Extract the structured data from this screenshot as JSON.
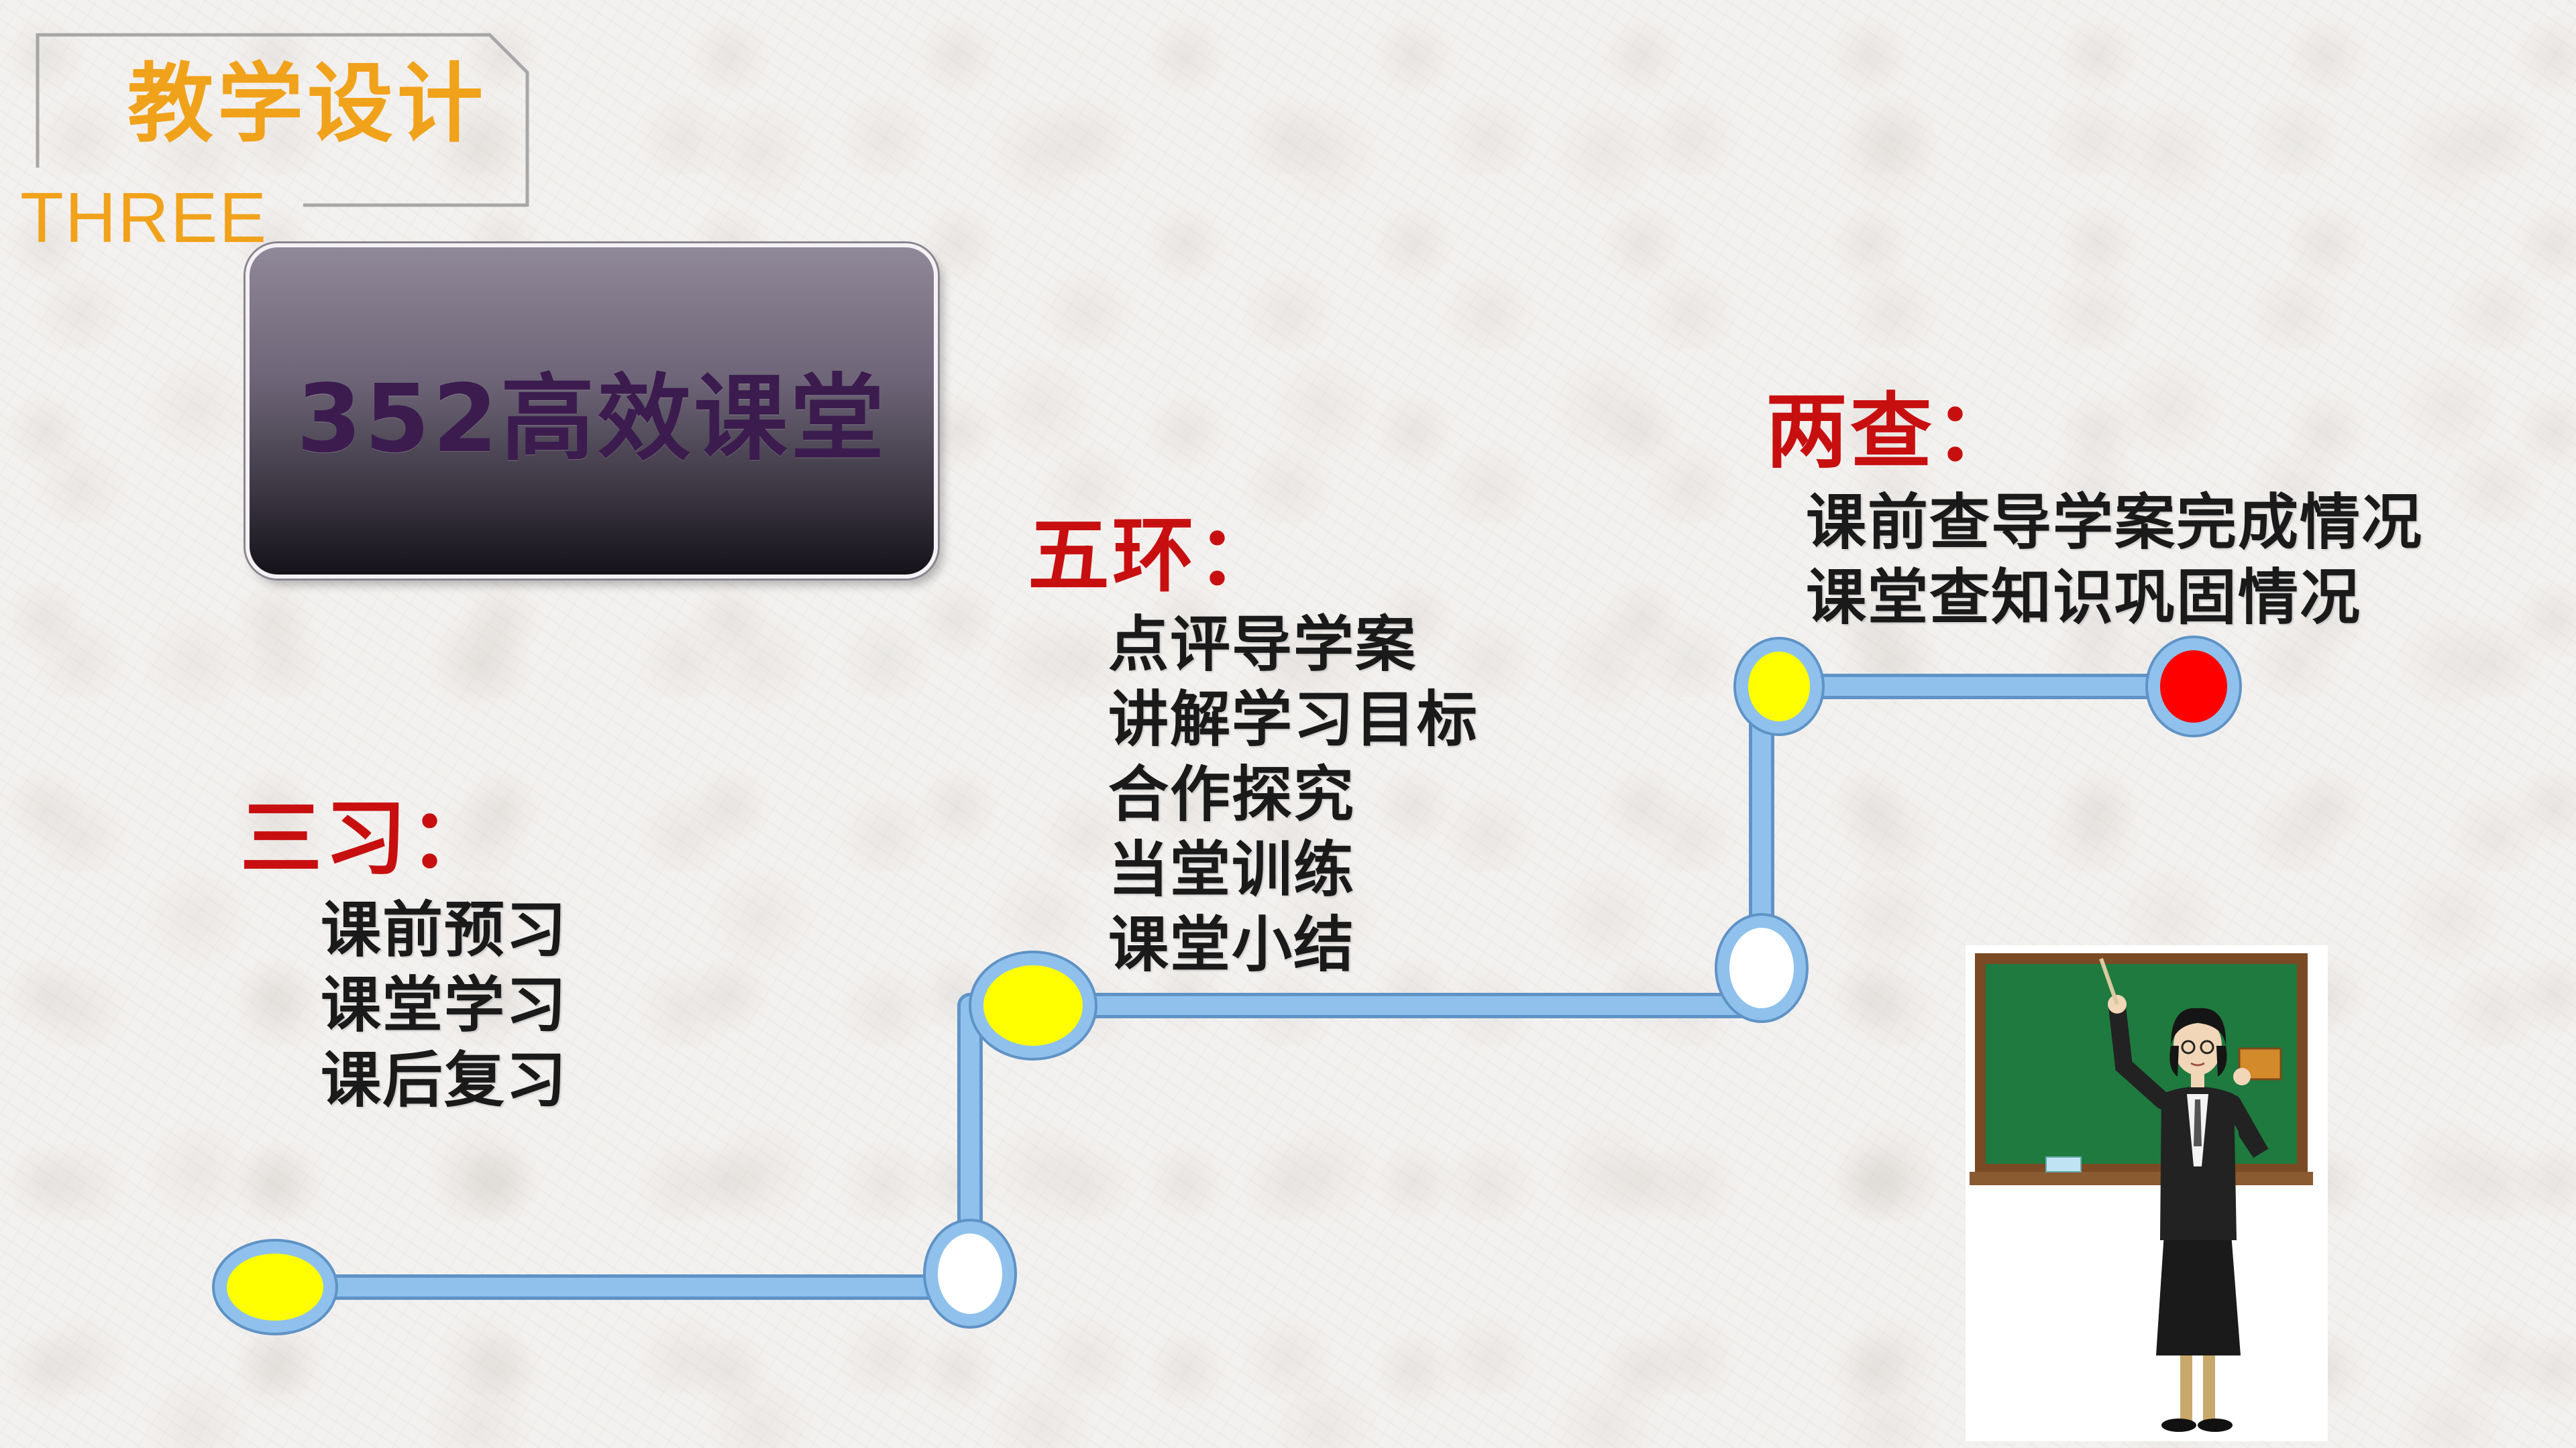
{
  "header": {
    "title": "教学设计",
    "subtitle": "THREE"
  },
  "title_box": {
    "text": "352高效课堂"
  },
  "sections": [
    {
      "heading": "三习：",
      "items": [
        "课前预习",
        "课堂学习",
        "课后复习"
      ]
    },
    {
      "heading": "五环：",
      "items": [
        "点评导学案",
        "讲解学习目标",
        "合作探究",
        "当堂训练",
        "课堂小结"
      ]
    },
    {
      "heading": "两查：",
      "items": [
        "课前查导学案完成情况",
        "课堂查知识巩固情况"
      ]
    }
  ],
  "colors": {
    "accent_orange": "#f1a21b",
    "heading_red": "#c80f10",
    "path_blue": "#8fc1ec",
    "node_yellow": "#ffff00",
    "node_white": "#ffffff",
    "node_red": "#ff0000",
    "box_text": "#3c1c4e"
  },
  "nodes": [
    {
      "fill": "yellow"
    },
    {
      "fill": "white"
    },
    {
      "fill": "yellow"
    },
    {
      "fill": "white"
    },
    {
      "fill": "yellow"
    },
    {
      "fill": "red"
    }
  ],
  "illustration": {
    "icon": "teacher-at-blackboard-icon"
  }
}
